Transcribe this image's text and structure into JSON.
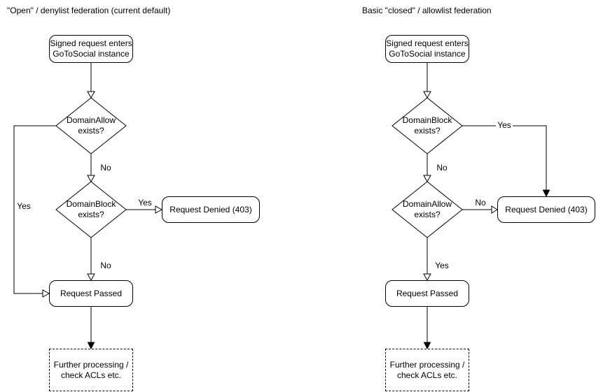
{
  "background": "#ffffff",
  "stroke_color": "#000000",
  "text_color": "#000000",
  "diagrams": [
    {
      "title": "\"Open\" / denylist federation (current default)",
      "start": "Signed request enters\nGoToSocial instance",
      "decision1": "DomainAllow\nexists?",
      "decision2": "DomainBlock\nexists?",
      "denied": "Request Denied (403)",
      "passed": "Request Passed",
      "further": "Further processing /\ncheck ACLs etc.",
      "labels": {
        "d1_branch": "Yes",
        "d1_to_d2": "No",
        "d2_to_denied": "Yes",
        "d2_to_passed": "No"
      }
    },
    {
      "title": "Basic \"closed\" / allowlist federation",
      "start": "Signed request enters\nGoToSocial instance",
      "decision1": "DomainBlock\nexists?",
      "decision2": "DomainAllow\nexists?",
      "denied": "Request Denied (403)",
      "passed": "Request Passed",
      "further": "Further processing /\ncheck ACLs etc.",
      "labels": {
        "d1_branch": "Yes",
        "d1_to_d2": "No",
        "d2_to_denied": "No",
        "d2_to_passed": "Yes"
      }
    }
  ]
}
